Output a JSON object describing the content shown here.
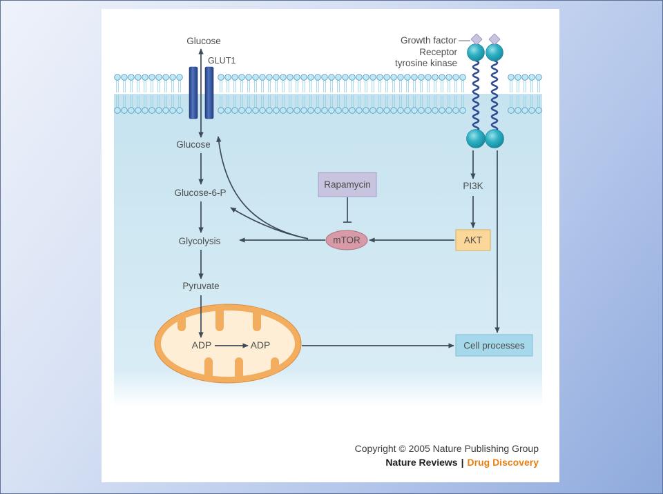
{
  "diagram": {
    "extracellular": {
      "glucose": "Glucose",
      "transporter": "GLUT1",
      "growth_factor": "Growth factor",
      "receptor": [
        "Receptor",
        "tyrosine kinase"
      ]
    },
    "intracellular": {
      "glucose": "Glucose",
      "glucose_6_p": "Glucose-6-P",
      "glycolysis": "Glycolysis",
      "pyruvate": "Pyruvate",
      "rapamycin": "Rapamycin",
      "mtor": "mTOR",
      "pi3k": "PI3K",
      "akt": "AKT",
      "cell_processes": "Cell processes"
    },
    "mitochondrion": {
      "left_label": "ADP",
      "right_label": "ADP"
    }
  },
  "credit": {
    "copyright": "Copyright © 2005 Nature Publishing Group",
    "journal": "Nature Reviews",
    "separator": "|",
    "section": "Drug Discovery"
  },
  "colors": {
    "growth_factor": "#c9c3df",
    "rapamycin_box": "#c8c3df",
    "mtor": "#d79aa6",
    "akt_box": "#fbd79a",
    "cell_processes_box": "#a6d8ec",
    "mitochondrion": "#f2ad5e",
    "section_accent": "#e8800f"
  }
}
